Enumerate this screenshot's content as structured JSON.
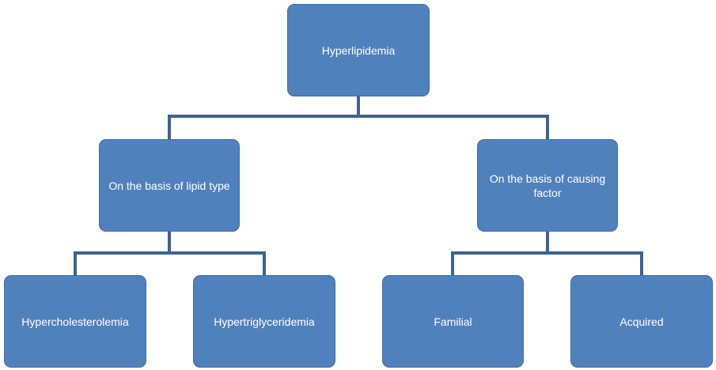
{
  "diagram": {
    "root": {
      "label": "Hyperlipidemia"
    },
    "branch_lipid_type": {
      "label": "On the basis of lipid type"
    },
    "branch_causing_factor": {
      "label": "On the basis of causing factor"
    },
    "leaves": {
      "hypercholesterolemia": "Hypercholesterolemia",
      "hypertriglyceridemia": "Hypertriglyceridemia",
      "familial": "Familial",
      "acquired": "Acquired"
    }
  },
  "colors": {
    "node_fill": "#4f81bd",
    "connector": "#3c6393",
    "text": "#ffffff"
  }
}
